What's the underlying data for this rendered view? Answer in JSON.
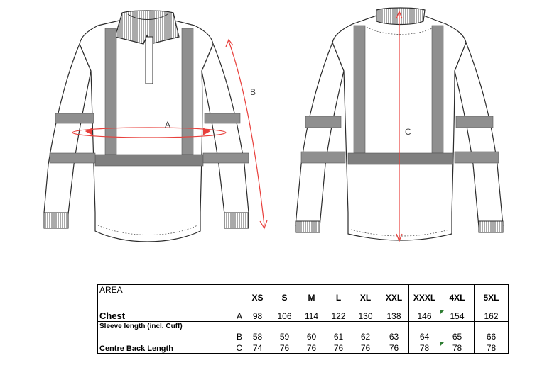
{
  "diagram": {
    "labels": {
      "chest": "A",
      "sleeve": "B",
      "back": "C"
    },
    "colors": {
      "outline": "#2b2b2b",
      "tape": "#8f8f8f",
      "tape_dark": "#6f6f6f",
      "measure": "#e8403c",
      "collar": "#9a9a9a"
    }
  },
  "table": {
    "area_label": "AREA",
    "sizes": [
      "XS",
      "S",
      "M",
      "L",
      "XL",
      "XXL",
      "XXXL",
      "4XL",
      "5XL"
    ],
    "rows": [
      {
        "label": "Chest",
        "code": "A",
        "values": [
          "98",
          "106",
          "114",
          "122",
          "130",
          "138",
          "146",
          "154",
          "162"
        ]
      },
      {
        "label": "Sleeve length (incl. Cuff)",
        "code": "B",
        "values": [
          "58",
          "59",
          "60",
          "61",
          "62",
          "63",
          "64",
          "65",
          "66"
        ]
      },
      {
        "label": "Centre Back Length",
        "code": "C",
        "values": [
          "74",
          "76",
          "76",
          "76",
          "76",
          "76",
          "78",
          "78",
          "78"
        ]
      }
    ]
  }
}
